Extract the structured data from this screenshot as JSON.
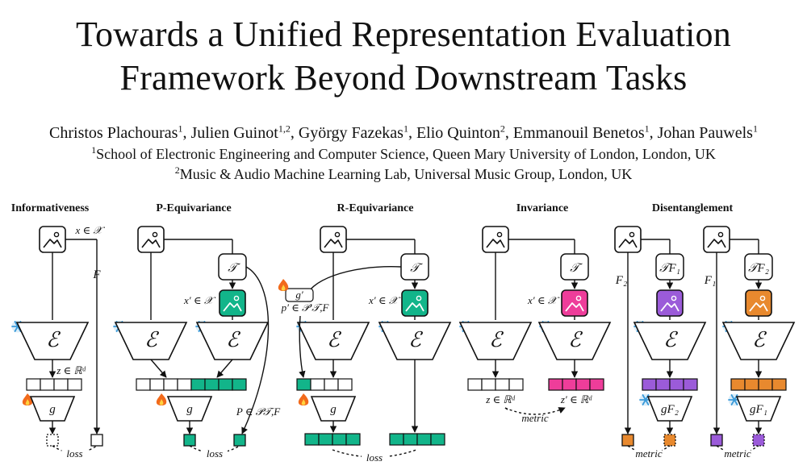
{
  "paper": {
    "title_line1": "Towards a Unified Representation Evaluation",
    "title_line2": "Framework Beyond Downstream Tasks",
    "authors": [
      {
        "name": "Christos Plachouras",
        "aff": "1"
      },
      {
        "name": "Julien Guinot",
        "aff": "1,2"
      },
      {
        "name": "György Fazekas",
        "aff": "1"
      },
      {
        "name": "Elio Quinton",
        "aff": "2"
      },
      {
        "name": "Emmanouil Benetos",
        "aff": "1"
      },
      {
        "name": "Johan Pauwels",
        "aff": "1"
      }
    ],
    "affiliation1": {
      "num": "1",
      "text": "School of Electronic Engineering and Computer Science, Queen Mary University of London, London, UK"
    },
    "affiliation2": {
      "num": "2",
      "text": "Music & Audio Machine Learning Lab, Universal Music Group, London, UK"
    }
  },
  "figure": {
    "headers": {
      "informativeness": "Informativeness",
      "p_equivariance": "P-Equivariance",
      "r_equivariance": "R-Equivariance",
      "invariance": "Invariance",
      "disentanglement": "Disentanglement"
    },
    "labels": {
      "x_in_X": "x ∈ 𝒳",
      "F": "F",
      "E": "ℰ",
      "z_in_Rd": "z ∈ ℝᵈ",
      "zp_in_Rd": "z′ ∈ ℝᵈ",
      "g": "g",
      "g_prime": "g′",
      "T": "𝒯",
      "xp_in_X": "x′ ∈ 𝒳",
      "P_in_PTF": "P ∈ 𝒫𝒯,F",
      "pp_in_PpTF": "p′ ∈ 𝒫′𝒯,F",
      "loss": "loss",
      "metric": "metric",
      "F1": "F₁",
      "F2": "F₂",
      "T_F1": "𝒯F₁",
      "T_F2": "𝒯F₂",
      "g_F1": "gF₁",
      "g_F2": "gF₂"
    },
    "colors": {
      "teal": "#12b58a",
      "pink": "#ee3d9a",
      "purple": "#9b5bd9",
      "orange": "#e8892e",
      "frozen_icon": "#3a9ad9",
      "fire_icon": "#f26a1b"
    },
    "icons": [
      "image-icon",
      "snowflake-icon",
      "flame-icon"
    ]
  }
}
